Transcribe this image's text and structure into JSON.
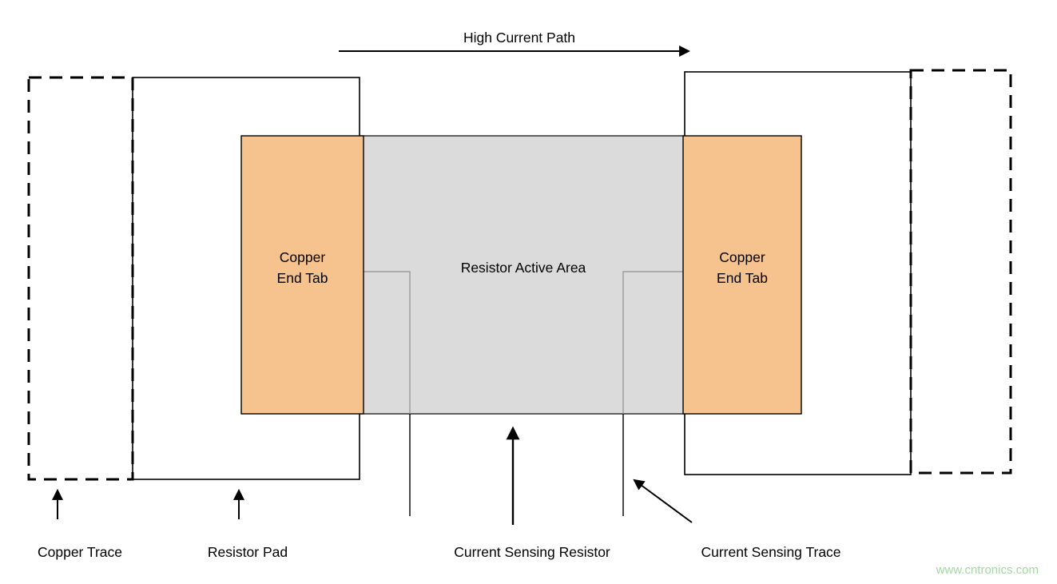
{
  "diagram": {
    "title": "High Current Path",
    "end_tab_label": "Copper\nEnd Tab",
    "active_area_label": "Resistor Active Area",
    "bottom_labels": {
      "copper_trace": "Copper Trace",
      "resistor_pad": "Resistor Pad",
      "current_sensing_resistor": "Current Sensing Resistor",
      "current_sensing_trace": "Current Sensing Trace"
    },
    "watermark": "www.cntronics.com",
    "colors": {
      "end_tab_fill": "#F6C28E",
      "active_area_fill": "#DBDBDB",
      "outline": "#000000",
      "sense_trace_line": "#8F8F8F",
      "watermark": "#A3D9A3"
    }
  }
}
